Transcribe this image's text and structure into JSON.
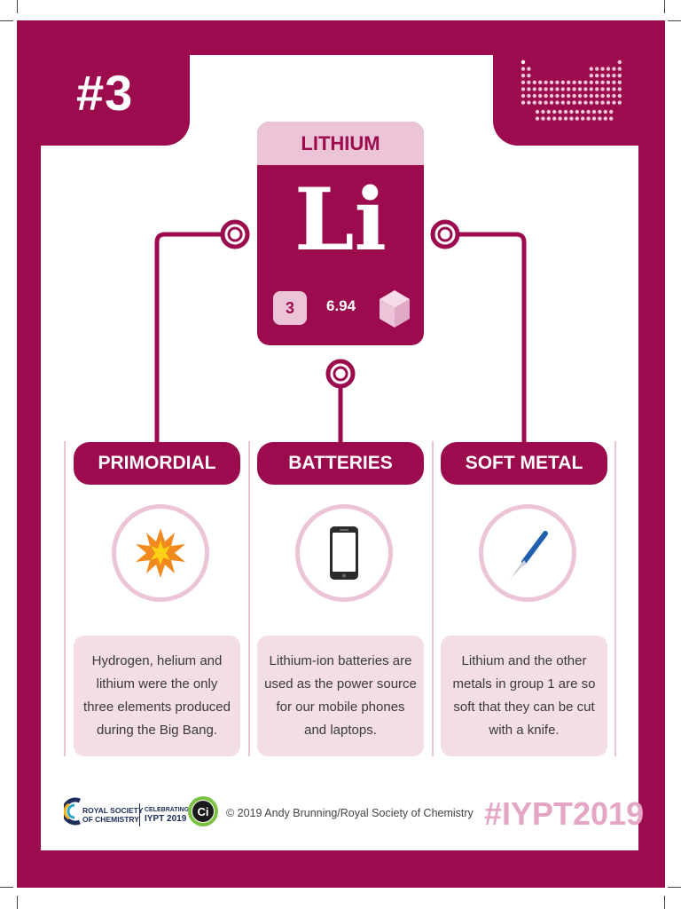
{
  "colors": {
    "brand": "#9b0b4e",
    "light_pink": "#ecc4d8",
    "pale_pink": "#f3dde7",
    "text_dark": "#3a3a3a",
    "hashtag_pink": "#e5a6c6"
  },
  "header": {
    "number_badge": "#3",
    "corner_icon": "periodic-table-icon"
  },
  "element": {
    "name": "LITHIUM",
    "symbol": "Li",
    "atomic_number": "3",
    "atomic_mass": "6.94",
    "state_icon": "cube-icon"
  },
  "facts": [
    {
      "title": "PRIMORDIAL",
      "icon": "explosion-icon",
      "text": "Hydrogen, helium and lithium were the only three elements produced during the Big Bang."
    },
    {
      "title": "BATTERIES",
      "icon": "mobile-phone-icon",
      "text": "Lithium-ion batteries are used as the power source for our mobile phones and laptops."
    },
    {
      "title": "SOFT METAL",
      "icon": "scalpel-icon",
      "text": "Lithium and the other metals in group 1 are so soft that they can be cut with a knife."
    }
  ],
  "footer": {
    "rsc_line1": "ROYAL SOCIETY",
    "rsc_line2": "OF CHEMISTRY",
    "celebrating_line1": "CELEBRATING",
    "celebrating_line2": "IYPT 2019",
    "ci_text": "Ci",
    "copyright": "© 2019 Andy Brunning/Royal Society of Chemistry",
    "hashtag": "#IYPT2019"
  }
}
